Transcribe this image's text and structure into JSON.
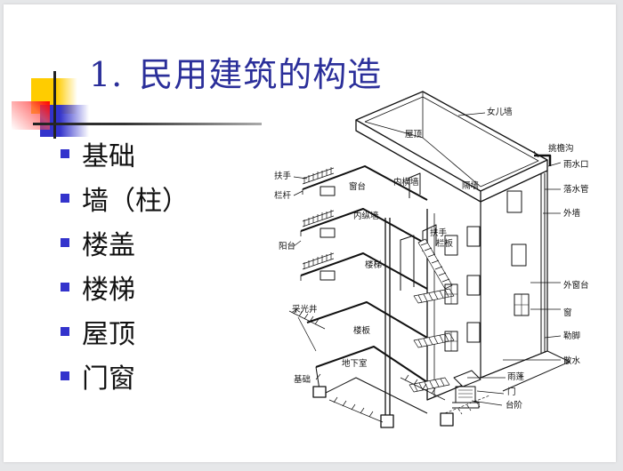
{
  "slide": {
    "title_number": "1.",
    "title_text": "民用建筑的构造",
    "accent_colors": {
      "title": "#2b2f9a",
      "bullet": "#3333cc",
      "deco_yellow": "#ffcc00",
      "deco_red": "#ff0000"
    },
    "bullets": [
      {
        "label": "基础"
      },
      {
        "label": "墙（柱）"
      },
      {
        "label": "楼盖"
      },
      {
        "label": "楼梯"
      },
      {
        "label": "屋顶"
      },
      {
        "label": "门窗"
      }
    ]
  },
  "figure": {
    "description": "建筑构造剖视图",
    "labels": {
      "nuer_qiang": "女儿墙",
      "wu_ding": "屋顶",
      "tiao_yan_gou": "挑檐沟",
      "yu_shui_kou": "雨水口",
      "luo_shui_guan": "落水管",
      "wai_qiang": "外墙",
      "fu_shou_top": "扶手",
      "lan_gan": "栏杆",
      "chuang_tai": "窗台",
      "nei_heng_qiang": "内横墙",
      "ge_qiang": "隔墙",
      "nei_zong_qiang": "内纵墙",
      "fu_shou_stair": "扶手",
      "lan_ban": "栏板",
      "yang_tai": "阳台",
      "lou_ti": "楼梯",
      "wai_chuang_tai": "外窗台",
      "chuang": "窗",
      "cai_guang_jing": "采光井",
      "lou_ban": "楼板",
      "le_jiao": "勒脚",
      "san_shui": "散水",
      "di_xia_shi": "地下室",
      "yu_peng": "雨蓬",
      "ji_chu": "基础",
      "men": "门",
      "tai_jie": "台阶"
    }
  }
}
